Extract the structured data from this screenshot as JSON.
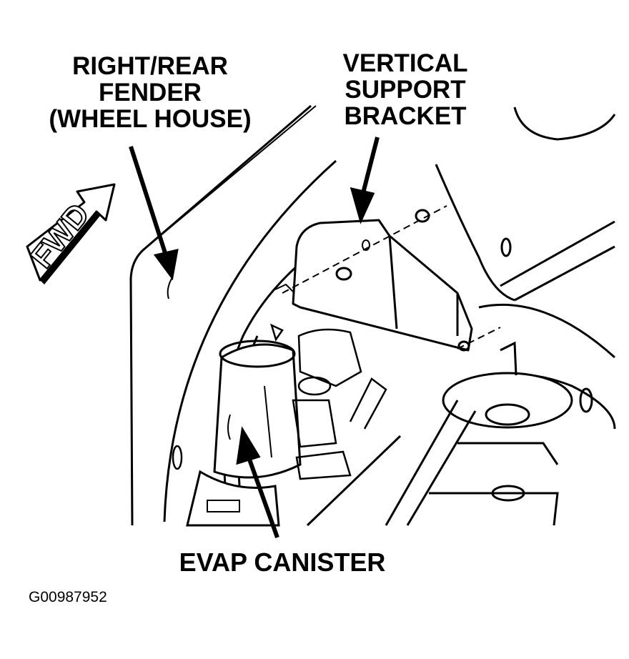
{
  "labels": {
    "fender": [
      "RIGHT/REAR",
      "FENDER",
      "(WHEEL HOUSE)"
    ],
    "bracket": [
      "VERTICAL",
      "SUPPORT",
      "BRACKET"
    ],
    "evap": "EVAP CANISTER"
  },
  "fwd_arrow": "FWD",
  "figure_id": "G00987952"
}
